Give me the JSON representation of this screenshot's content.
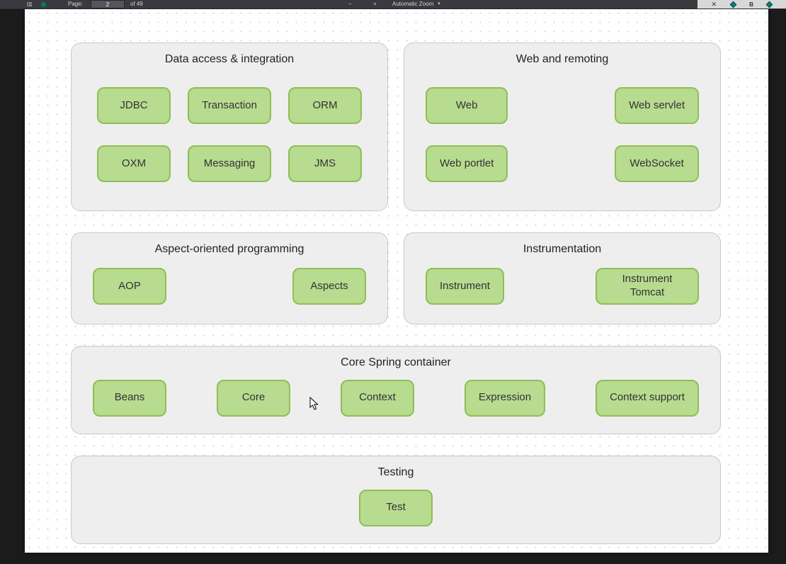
{
  "toolbar": {
    "page_label": "Page:",
    "page_input_value": "2",
    "page_count": "of 49",
    "zoom_out_label": "−",
    "zoom_in_label": "+",
    "zoom_mode": "Automatic Zoom",
    "caret": "▾",
    "sidebar_icon": "▥"
  },
  "browser": {
    "close_label": "✕",
    "badge_letter": "B"
  },
  "diagram": {
    "groups": [
      {
        "title": "Data access & integration",
        "items": [
          "JDBC",
          "Transaction",
          "ORM",
          "OXM",
          "Messaging",
          "JMS"
        ]
      },
      {
        "title": "Web and remoting",
        "items": [
          "Web",
          "Web servlet",
          "Web portlet",
          "WebSocket"
        ]
      },
      {
        "title": "Aspect-oriented programming",
        "items": [
          "AOP",
          "Aspects"
        ]
      },
      {
        "title": "Instrumentation",
        "items": [
          "Instrument",
          "Instrument Tomcat"
        ]
      },
      {
        "title": "Core Spring container",
        "items": [
          "Beans",
          "Core",
          "Context",
          "Expression",
          "Context support"
        ]
      },
      {
        "title": "Testing",
        "items": [
          "Test"
        ]
      }
    ]
  },
  "colors": {
    "module_fill": "#b7db8f",
    "module_border": "#8fbe56",
    "group_fill": "#eeeeee",
    "group_border": "#c9c9c9",
    "toolbar_bg": "#3a3a3e",
    "backdrop": "#1b1b1b",
    "accent_teal": "#17776e"
  }
}
